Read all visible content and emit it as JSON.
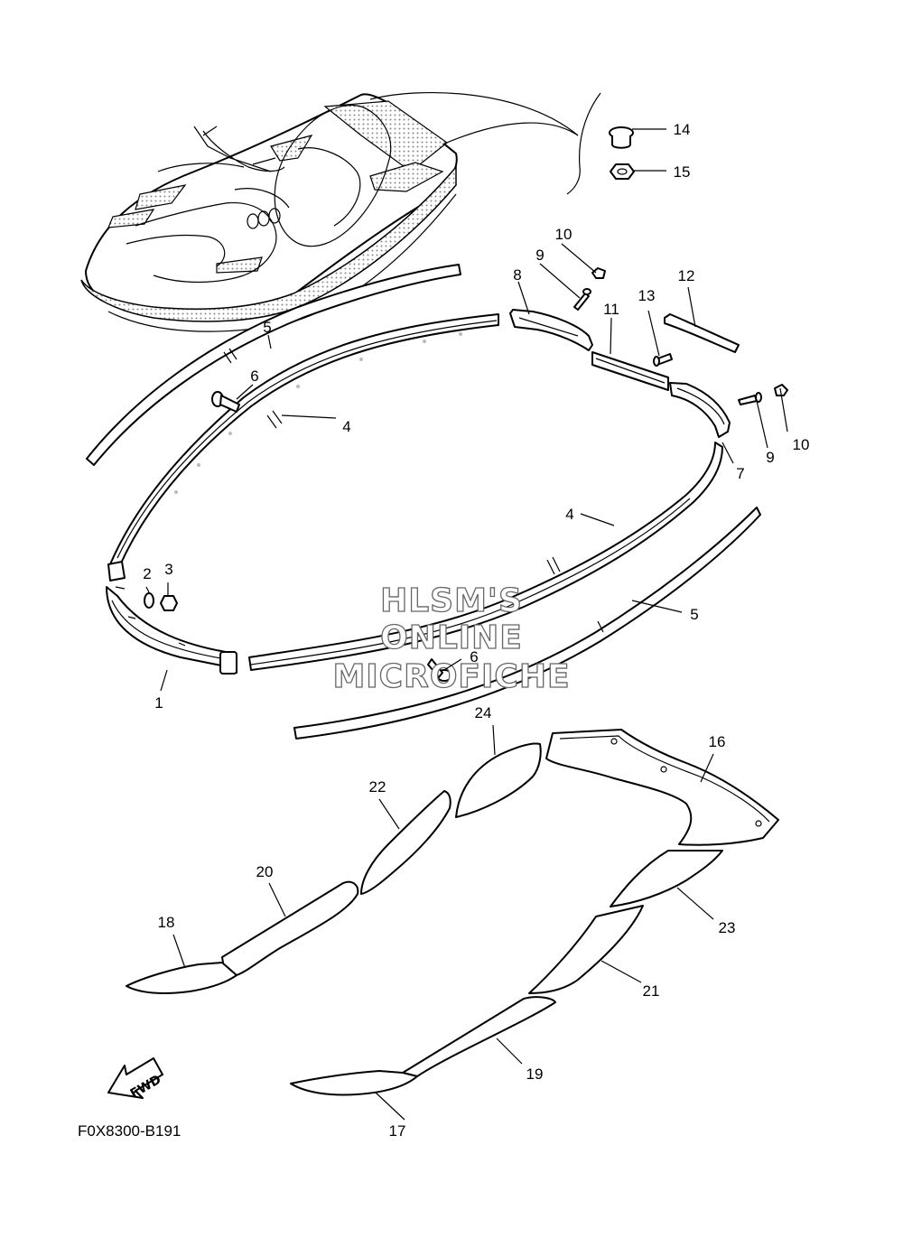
{
  "diagram_code": "F0X8300-B191",
  "fwd_label": "FWD",
  "watermark": [
    "HLSM'S",
    "ONLINE",
    "MICROFICHE"
  ],
  "callouts": [
    "1",
    "2",
    "3",
    "4",
    "5",
    "6",
    "7",
    "8",
    "9",
    "10",
    "11",
    "12",
    "13",
    "14",
    "15",
    "16",
    "17",
    "18",
    "19",
    "20",
    "21",
    "22",
    "23",
    "24"
  ]
}
